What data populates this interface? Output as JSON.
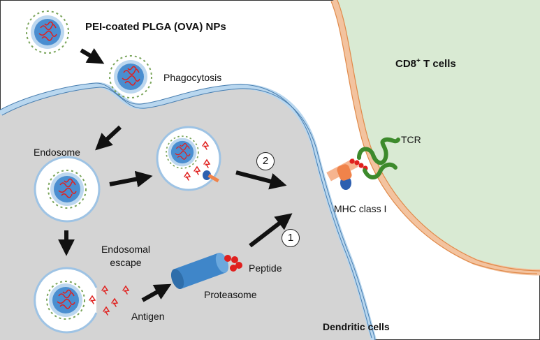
{
  "colors": {
    "dendritic_cell_fill": "#d4d4d4",
    "dendritic_membrane": "#b9d7ef",
    "tcell_fill": "#d9ead3",
    "tcell_membrane": "#f3c39f",
    "nanoparticle_core": "#4a8ed0",
    "nanoparticle_halo": "#bcd7ef",
    "pei_coating": "#7aa55b",
    "antigen": "#e0201e",
    "proteasome": "#3f86c9",
    "arrow": "#111111",
    "tcr": "#3d8a2c"
  },
  "labels": {
    "nanoparticles": "PEI-coated PLGA (OVA) NPs",
    "phagocytosis": "Phagocytosis",
    "endosome": "Endosome",
    "endosomal_escape_line1": "Endosomal",
    "endosomal_escape_line2": "escape",
    "antigen": "Antigen",
    "proteasome": "Proteasome",
    "peptide": "Peptide",
    "pathway_1": "1",
    "pathway_2": "2",
    "mhc": "MHC class I",
    "tcr": "TCR",
    "tcell_prefix": "CD8",
    "tcell_sup": "+",
    "tcell_suffix": " T cells",
    "dendritic": "Dendritic cells"
  }
}
